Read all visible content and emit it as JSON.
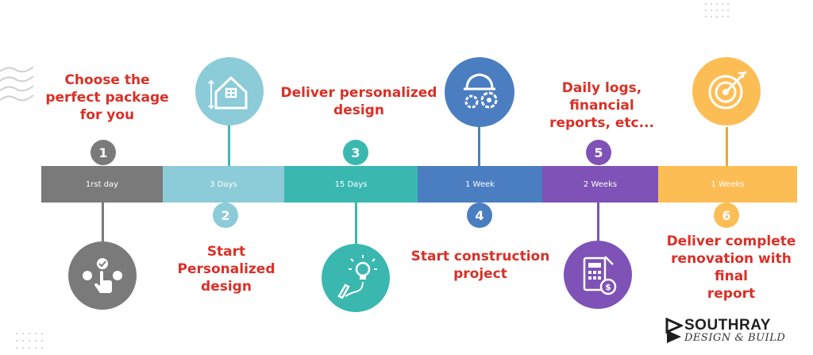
{
  "steps": [
    {
      "number": "1",
      "duration": "1rst day",
      "text": "Choose the\nperfect package\nfor you",
      "icon": "click-choice-icon",
      "color": "#7a7a7a"
    },
    {
      "number": "2",
      "duration": "3 Days",
      "text": "Start\nPersonalized\ndesign",
      "icon": "house-plan-icon",
      "color": "#8ccbd8"
    },
    {
      "number": "3",
      "duration": "15 Days",
      "text": "Deliver personalized\ndesign",
      "icon": "pen-idea-icon",
      "color": "#3ab8b0"
    },
    {
      "number": "4",
      "duration": "1 Week",
      "text": "Start construction\nproject",
      "icon": "helmet-gears-icon",
      "color": "#4b7ec1"
    },
    {
      "number": "5",
      "duration": "2 Weeks",
      "text": "Daily logs, financial\nreports, etc...",
      "icon": "report-calculator-icon",
      "color": "#7e52b6"
    },
    {
      "number": "6",
      "duration": "1 Weeks",
      "text": "Deliver complete\nrenovation with final\nreport",
      "icon": "target-arrow-icon",
      "color": "#fdbd55"
    }
  ],
  "brand": {
    "name": "SOUTHRAY",
    "tagline": "DESIGN & BUILD"
  }
}
